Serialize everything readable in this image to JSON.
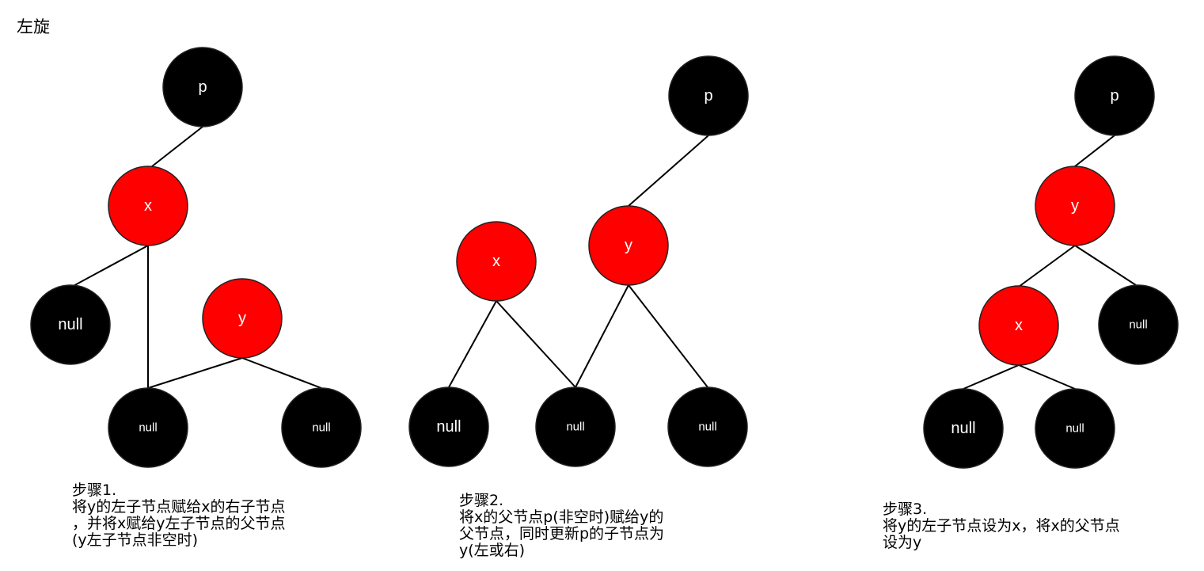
{
  "title": "左旋",
  "colors": {
    "red_node": "#ff0000",
    "black_node": "#000000",
    "label": "#ffffff"
  },
  "labels": {
    "p": "p",
    "x": "x",
    "y": "y",
    "null": "null"
  },
  "steps": [
    {
      "lines": [
        "步骤1.",
        "将y的左子节点赋给x的右子节点",
        "，并将x赋给y左子节点的父节点",
        "(y左子节点非空时)"
      ],
      "nodes": [
        {
          "id": "p",
          "label": "p",
          "color": "black"
        },
        {
          "id": "x",
          "label": "x",
          "color": "red"
        },
        {
          "id": "y",
          "label": "y",
          "color": "red"
        },
        {
          "id": "n1",
          "label": "null",
          "color": "black"
        },
        {
          "id": "n2",
          "label": "null",
          "color": "black"
        },
        {
          "id": "n3",
          "label": "null",
          "color": "black"
        }
      ]
    },
    {
      "lines": [
        "步骤2.",
        "将x的父节点p(非空时)赋给y的",
        "父节点，同时更新p的子节点为",
        "y(左或右)"
      ],
      "nodes": [
        {
          "id": "p",
          "label": "p",
          "color": "black"
        },
        {
          "id": "x",
          "label": "x",
          "color": "red"
        },
        {
          "id": "y",
          "label": "y",
          "color": "red"
        },
        {
          "id": "n1",
          "label": "null",
          "color": "black"
        },
        {
          "id": "n2",
          "label": "null",
          "color": "black"
        },
        {
          "id": "n3",
          "label": "null",
          "color": "black"
        }
      ]
    },
    {
      "lines": [
        "步骤3.",
        "将y的左子节点设为x，将x的父节点",
        "设为y"
      ],
      "nodes": [
        {
          "id": "p",
          "label": "p",
          "color": "black"
        },
        {
          "id": "y",
          "label": "y",
          "color": "red"
        },
        {
          "id": "x",
          "label": "x",
          "color": "red"
        },
        {
          "id": "n3",
          "label": "null",
          "color": "black"
        },
        {
          "id": "n1",
          "label": "null",
          "color": "black"
        },
        {
          "id": "n2",
          "label": "null",
          "color": "black"
        }
      ]
    }
  ]
}
